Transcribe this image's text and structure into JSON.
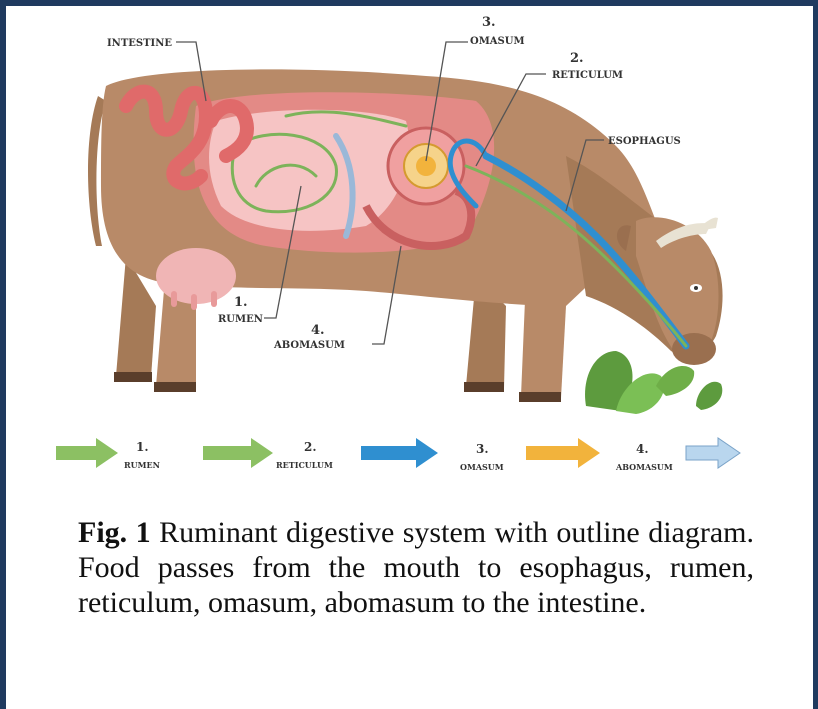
{
  "labels": {
    "intestine": "INTESTINE",
    "omasum_num": "3.",
    "omasum": "OMASUM",
    "reticulum_num": "2.",
    "reticulum": "RETICULUM",
    "esophagus": "ESOPHAGUS",
    "rumen_num": "1.",
    "rumen": "RUMEN",
    "abomasum_num": "4.",
    "abomasum": "ABOMASUM"
  },
  "flow": [
    {
      "num": "1.",
      "name": "RUMEN",
      "color": "#8cc063"
    },
    {
      "num": "2.",
      "name": "RETICULUM",
      "color": "#8cc063"
    },
    {
      "num": "3.",
      "name": "OMASUM",
      "color": "#2f8fd0"
    },
    {
      "num": "4.",
      "name": "ABOMASUM",
      "color": "#f2b33c"
    },
    {
      "num": "",
      "name": "",
      "color": "#b9d6ee"
    }
  ],
  "caption": {
    "fig_label": "Fig. 1",
    "text": " Ruminant digestive system with outline diagram. Food passes from the mouth to esophagus, rumen, reticulum, omasum, abomasum to the intestine."
  },
  "colors": {
    "cow_body": "#b88a68",
    "cow_leg": "#a57a57",
    "stomach_pink": "#e88a8a",
    "intestine": "#e06a6a",
    "esophagus_blue": "#2f8fd0",
    "path_green": "#7db35a",
    "udder": "#f0b5b5",
    "plant": "#5d9b3e",
    "frame": "#1f3a5f"
  }
}
